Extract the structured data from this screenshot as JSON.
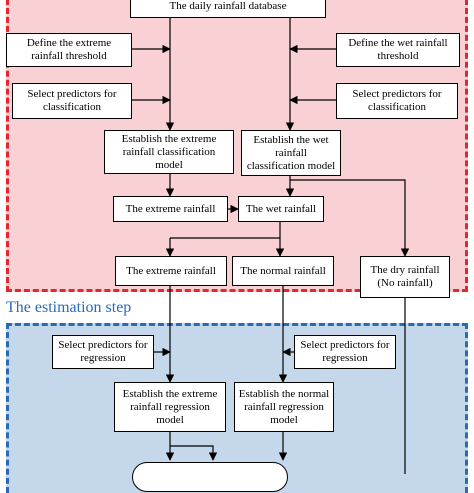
{
  "stage_label": "The estimation step",
  "nodes": {
    "database": "The daily rainfall database",
    "define_extreme": "Define the extreme rainfall threshold",
    "define_wet": "Define the wet rainfall threshold",
    "select_class_left": "Select predictors for classification",
    "select_class_right": "Select predictors for classification",
    "model_extreme": "Establish the extreme rainfall classification model",
    "model_wet": "Establish the wet rainfall classification model",
    "extreme_rain_1": "The extreme rainfall",
    "wet_rain": "The wet rainfall",
    "extreme_rain_2": "The extreme rainfall",
    "normal_rain": "The normal rainfall",
    "dry_rain": "The dry rainfall (No rainfall)",
    "select_reg_left": "Select predictors for regression",
    "select_reg_right": "Select predictors for regression",
    "reg_extreme": "Establish the extreme rainfall regression model",
    "reg_normal": "Establish the normal rainfall regression model"
  }
}
